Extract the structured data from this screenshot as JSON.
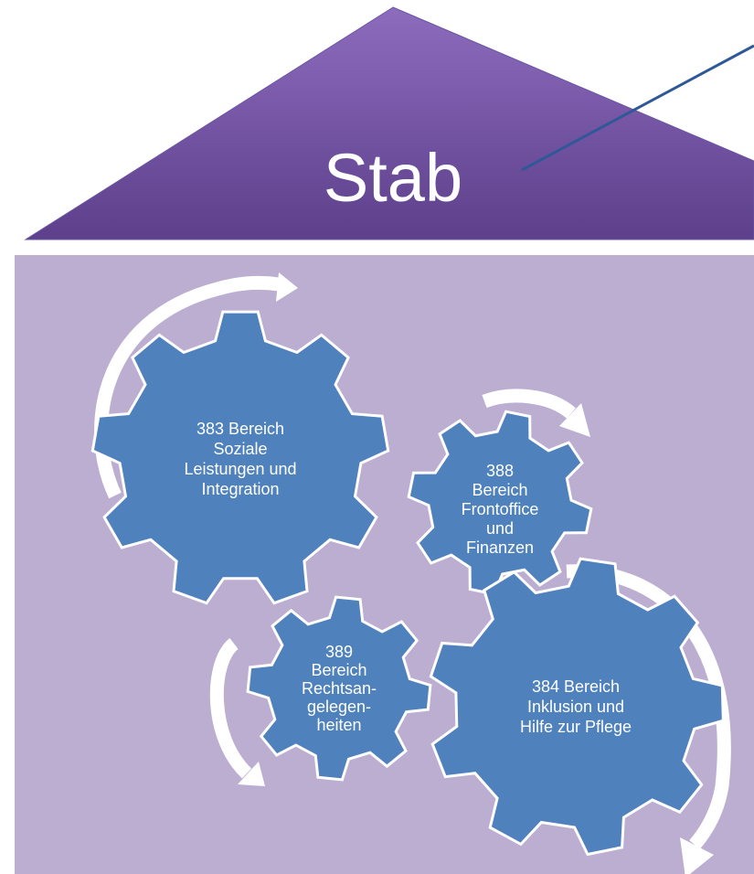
{
  "roof": {
    "label": "Stab"
  },
  "gears": [
    {
      "id": "383",
      "lines": [
        "383 Bereich",
        "Soziale",
        "Leistungen und",
        "Integration"
      ]
    },
    {
      "id": "388",
      "lines": [
        "388",
        "Bereich",
        "Frontoffice",
        "und",
        "Finanzen"
      ]
    },
    {
      "id": "389",
      "lines": [
        "389",
        "Bereich",
        "Rechtsan-",
        "gelegen-",
        "heiten"
      ]
    },
    {
      "id": "384",
      "lines": [
        "384 Bereich",
        "Inklusion und",
        "Hilfe zur Pflege"
      ]
    }
  ],
  "colors": {
    "roof_top": "#8d6cbd",
    "roof_bottom": "#5d3f8b",
    "body_fill": "#bcaed0",
    "gear_fill": "#4f81bd",
    "gear_stroke": "#ffffff",
    "arrow": "#ffffff",
    "connector": "#2f5896"
  }
}
